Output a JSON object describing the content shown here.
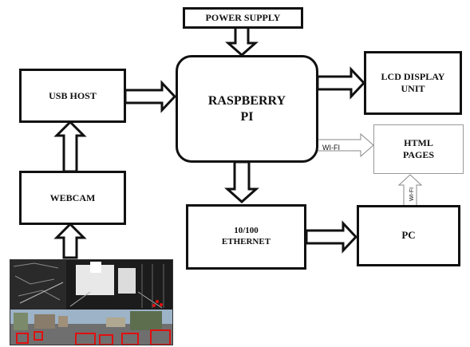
{
  "blocks": {
    "power_supply": "POWER SUPPLY",
    "raspberry_pi": "RASPBERRY\nPI",
    "usb_host": "USB HOST",
    "webcam": "WEBCAM",
    "lcd_display": "LCD DISPLAY\nUNIT",
    "html_pages": "HTML\nPAGES",
    "ethernet": "10/100\nETHERNET",
    "pc": "PC"
  },
  "connections": {
    "wifi_label": "WI-FI",
    "wifi_vertical_label": "WI-FI"
  },
  "colors": {
    "border": "#111111",
    "thin_arrow": "#888888",
    "detection_box": "#e01010"
  }
}
